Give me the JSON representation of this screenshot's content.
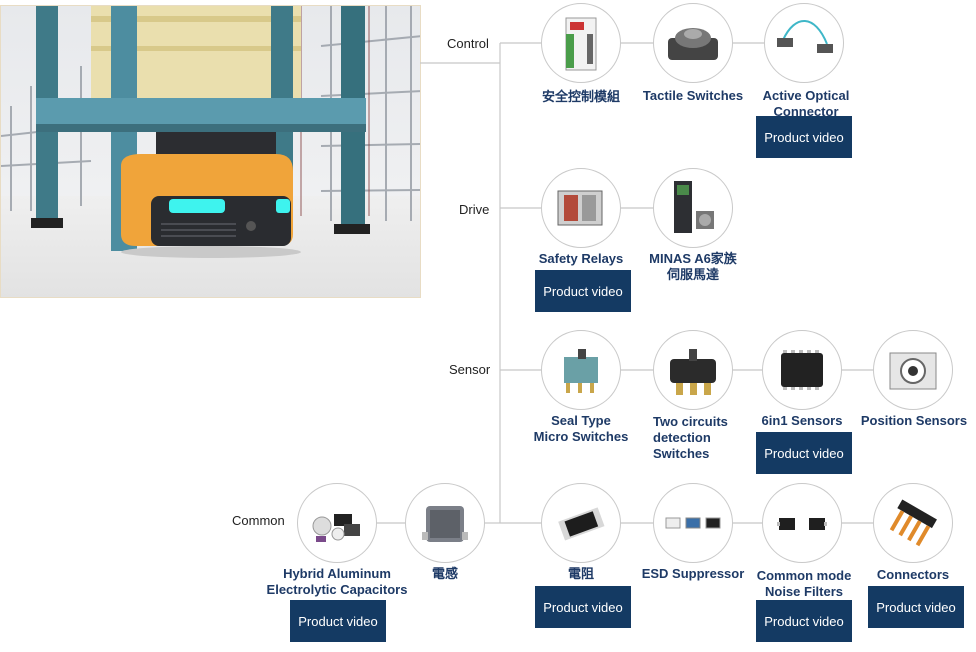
{
  "categories": {
    "control": "Control",
    "drive": "Drive",
    "sensor": "Sensor",
    "common": "Common"
  },
  "products": {
    "safety_control_module": "安全控制模組",
    "tactile_switches": "Tactile Switches",
    "active_optical_connector": [
      "Active Optical",
      "Connector"
    ],
    "safety_relays": "Safety Relays",
    "minas_a6": [
      "MINAS A6家族",
      "伺服馬達"
    ],
    "seal_type_micro_switches": [
      "Seal Type",
      "Micro Switches"
    ],
    "two_circuits_detection_switches": [
      "Two circuits",
      "detection",
      "Switches"
    ],
    "six_in_one_sensors": "6in1 Sensors",
    "position_sensors": "Position Sensors",
    "hybrid_aluminum_capacitors": [
      "Hybrid Aluminum",
      "Electrolytic Capacitors"
    ],
    "inductor": "電感",
    "resistor": "電阻",
    "esd_suppressor": "ESD Suppressor",
    "common_mode_noise_filters": [
      "Common mode",
      "Noise Filters"
    ],
    "connectors": "Connectors"
  },
  "button_label": "Product video",
  "colors": {
    "label_text": "#1e3a66",
    "button_bg": "#143a63",
    "line": "#c8c8c8",
    "agv_body": "#f0a43a",
    "agv_light": "#3ef3ee"
  }
}
